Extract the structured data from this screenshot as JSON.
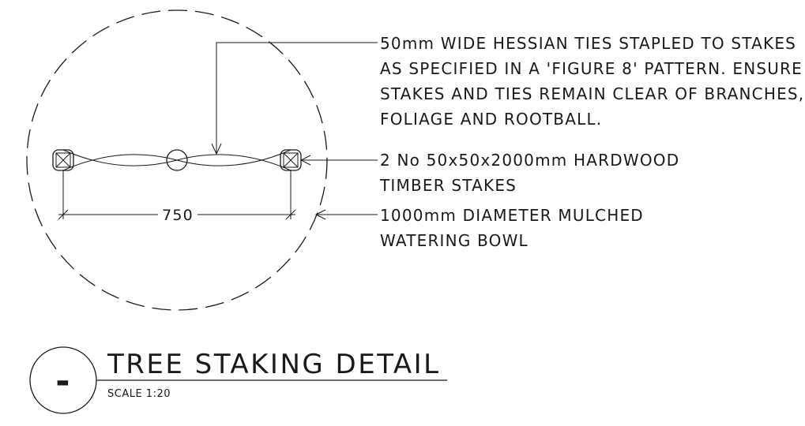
{
  "annotations": {
    "ties_note": [
      "50mm WIDE HESSIAN TIES STAPLED TO STAKES",
      "AS SPECIFIED IN A 'FIGURE 8' PATTERN. ENSURE",
      "STAKES AND TIES REMAIN CLEAR OF BRANCHES,",
      "FOLIAGE AND ROOTBALL."
    ],
    "stakes_note": [
      "2 No 50x50x2000mm HARDWOOD",
      "TIMBER STAKES"
    ],
    "bowl_note": [
      "1000mm DIAMETER MULCHED",
      "WATERING BOWL"
    ],
    "dimension": "750"
  },
  "title_block": {
    "title": "TREE STAKING DETAIL",
    "scale": "SCALE 1:20",
    "reference": "-"
  }
}
